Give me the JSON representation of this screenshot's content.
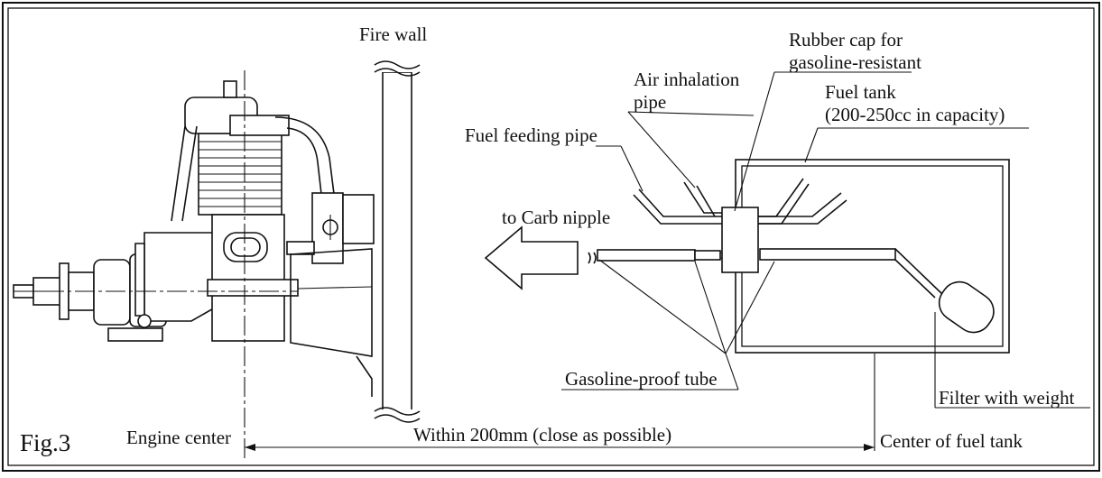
{
  "figure": {
    "label": "Fig.3",
    "labels": {
      "fire_wall": "Fire wall",
      "rubber_cap_line1": "Rubber cap for",
      "rubber_cap_line2": "gasoline-resistant",
      "air_pipe_line1": "Air inhalation",
      "air_pipe_line2": "pipe",
      "fuel_tank_line1": "Fuel tank",
      "fuel_tank_line2": "(200-250cc in capacity)",
      "fuel_feeding_pipe": "Fuel feeding pipe",
      "to_carb": "to Carb nipple",
      "gasoline_tube": "Gasoline-proof tube",
      "filter": "Filter with weight",
      "engine_center": "Engine center",
      "dimension": "Within 200mm (close as possible)",
      "tank_center": "Center of fuel tank"
    }
  }
}
